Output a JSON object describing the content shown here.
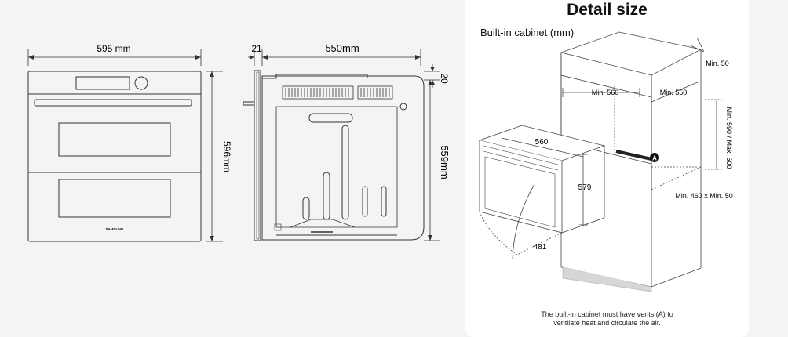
{
  "front_view": {
    "width_label": "595 mm",
    "height_label": "596mm",
    "brand": "SAMSUNG"
  },
  "side_view": {
    "offset_label": "21",
    "depth_label": "550mm",
    "top_gap_label": "20",
    "height_label": "559mm"
  },
  "detail": {
    "title": "Detail size",
    "subtitle": "Built-in cabinet (mm)",
    "labels": {
      "min50_top": "Min. 50",
      "min560": "Min. 560",
      "min550": "Min. 550",
      "min590_max600": "Min. 590 / Max. 600",
      "oven_width": "560",
      "oven_height": "579",
      "door_swing": "481",
      "vent_marker": "A",
      "vent_size": "Min. 460 x Min. 50"
    },
    "footnote_line1": "The built-in cabinet must have vents (A) to",
    "footnote_line2": "ventilate heat and circulate the air."
  }
}
